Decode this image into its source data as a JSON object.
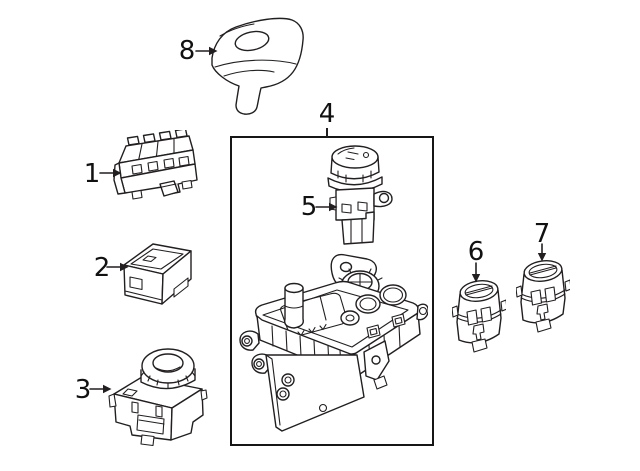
{
  "diagram": {
    "background": "#ffffff",
    "line_color": "#231f20",
    "group_box_color": "#161616",
    "callouts": [
      {
        "label": "1"
      },
      {
        "label": "2"
      },
      {
        "label": "3"
      },
      {
        "label": "4"
      },
      {
        "label": "5"
      },
      {
        "label": "6"
      },
      {
        "label": "7"
      },
      {
        "label": "8"
      }
    ],
    "icons": {
      "callout_arrow_right": "→",
      "callout_arrow_down": "↓"
    }
  }
}
